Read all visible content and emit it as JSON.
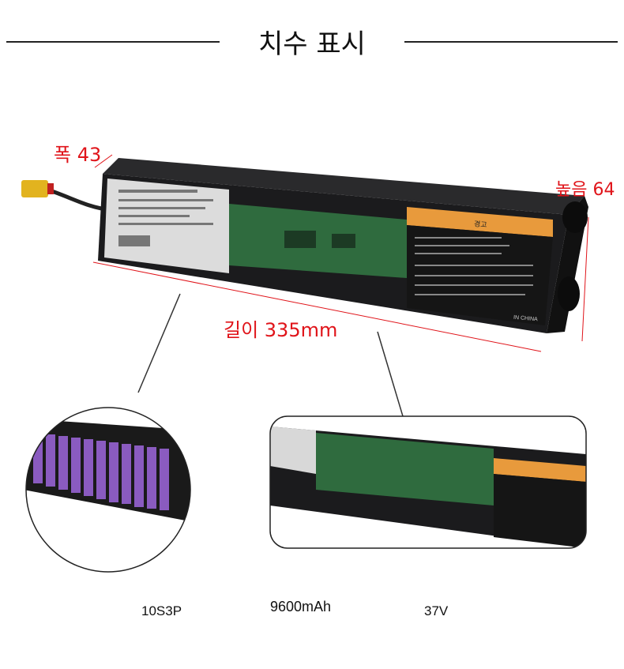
{
  "header": {
    "title": "치수 표시"
  },
  "dimensions": {
    "width": "폭 43",
    "height": "높음 64",
    "length": "길이 335mm"
  },
  "label": {
    "warning": "경고",
    "origin": "IN CHINA"
  },
  "specs": [
    {
      "value": "10S3P"
    },
    {
      "value": "9600mAh"
    },
    {
      "value": "37V"
    }
  ],
  "colors": {
    "accent": "#e0141a",
    "pcb": "#2f6b3e",
    "warning": "#e89a3c",
    "cells": "#8a5bc0"
  }
}
